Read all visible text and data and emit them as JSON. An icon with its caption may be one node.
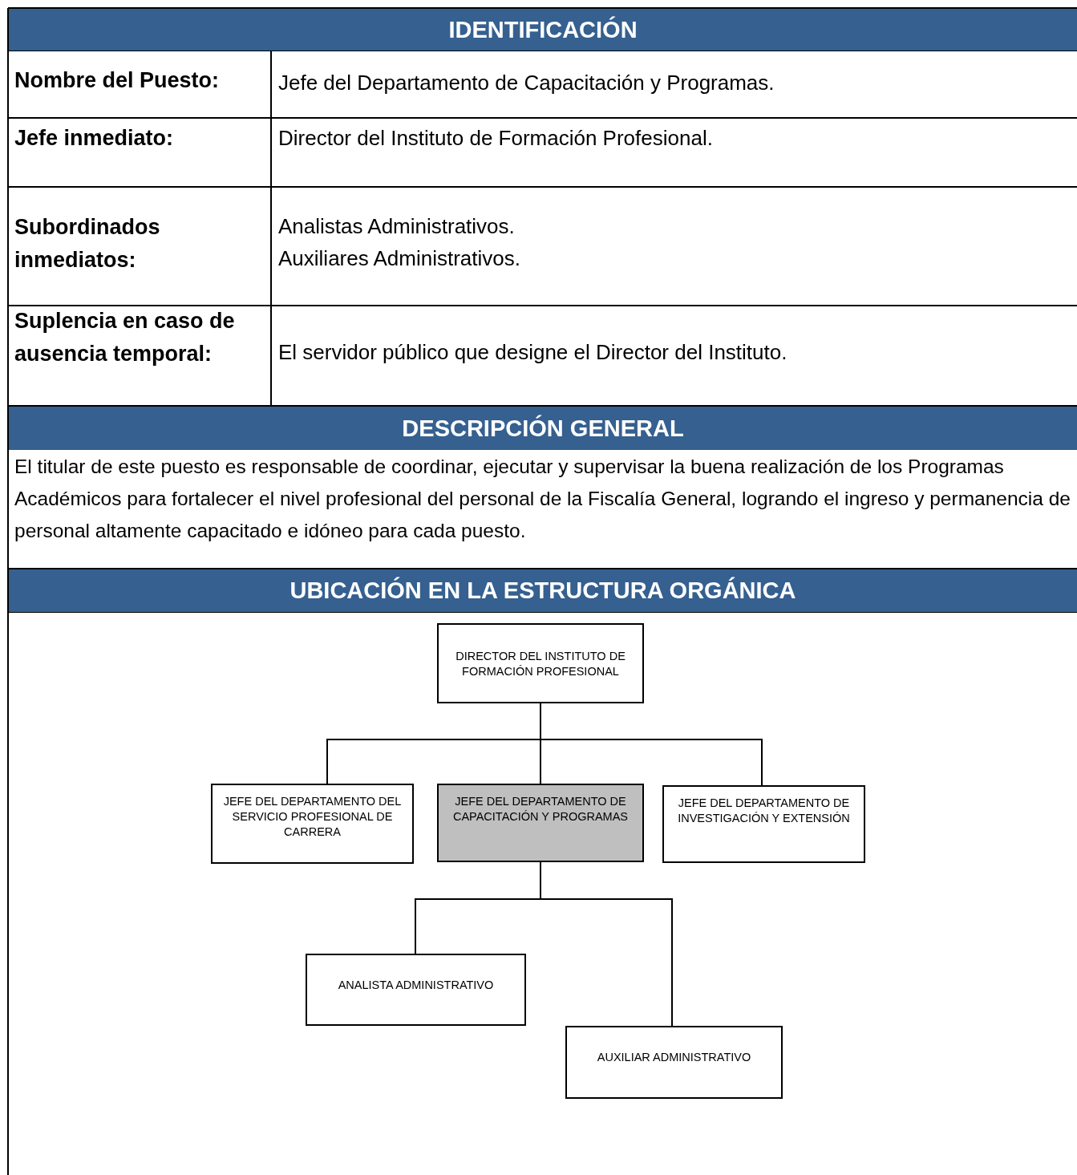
{
  "diagram": {
    "nodes": [
      {
        "text": [
          "DIRECTOR DEL INSTITUTO DE FORMACIÓN PROFESIONAL"
        ]
      },
      {
        "text": [
          "JEFE DEL DEPARTAMENTO DEL SERVICIO PROFESIONAL DE CARRERA"
        ]
      },
      {
        "text": [
          "JEFE DEL DEPARTAMENTO DE CAPACITACIÓN Y PROGRAMAS"
        ]
      },
      {
        "text": [
          "JEFE DEL DEPARTAMENTO DE INVESTIGACIÓN Y EXTENSIÓN"
        ]
      },
      {
        "text": [
          "ANALISTA ADMINISTRATIVO"
        ]
      },
      {
        "text": [
          "AUXILIAR ADMINISTRATIVO"
        ]
      }
    ],
    "edges": [
      {
        "from": 0,
        "to": 1,
        "arrow": "none"
      },
      {
        "from": 0,
        "to": 2,
        "arrow": "none"
      },
      {
        "from": 0,
        "to": 3,
        "arrow": "none"
      },
      {
        "from": 2,
        "to": 4,
        "arrow": "none"
      },
      {
        "from": 2,
        "to": 5,
        "arrow": "none"
      }
    ],
    "labels": [
      "IDENTIFICACIÓN",
      "Nombre del Puesto:",
      "Jefe del Departamento de Capacitación y Programas.",
      "Jefe inmediato:",
      "Director del Instituto de Formación Profesional.",
      "Subordinados inmediatos:",
      "Analistas Administrativos.",
      "Auxiliares Administrativos.",
      "Suplencia en caso de ausencia temporal:",
      "El servidor público que designe el Director del Instituto.",
      "DESCRIPCIÓN GENERAL",
      "El titular de este puesto es responsable de coordinar, ejecutar y supervisar la buena realización de los Programas Académicos para fortalecer el nivel profesional del personal de la Fiscalía General, logrando el ingreso y permanencia de personal altamente capacitado e idóneo para cada puesto.",
      "UBICACIÓN EN LA ESTRUCTURA ORGÁNICA"
    ]
  }
}
